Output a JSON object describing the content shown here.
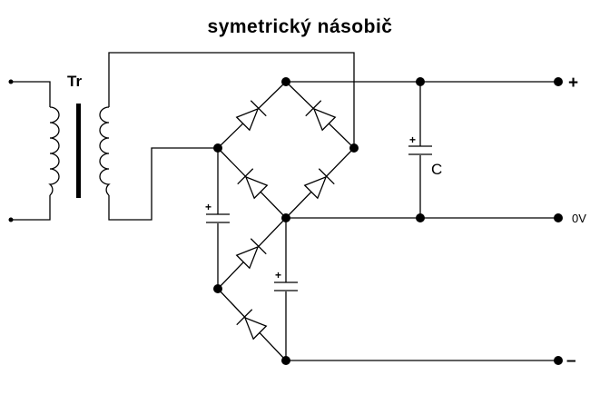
{
  "title": "symetrický násobič",
  "labels": {
    "transformer": "Tr",
    "capacitor": "C",
    "plus_terminal": "+",
    "zero_terminal": "0V",
    "minus_terminal": "–",
    "cap_polarity": "+"
  }
}
